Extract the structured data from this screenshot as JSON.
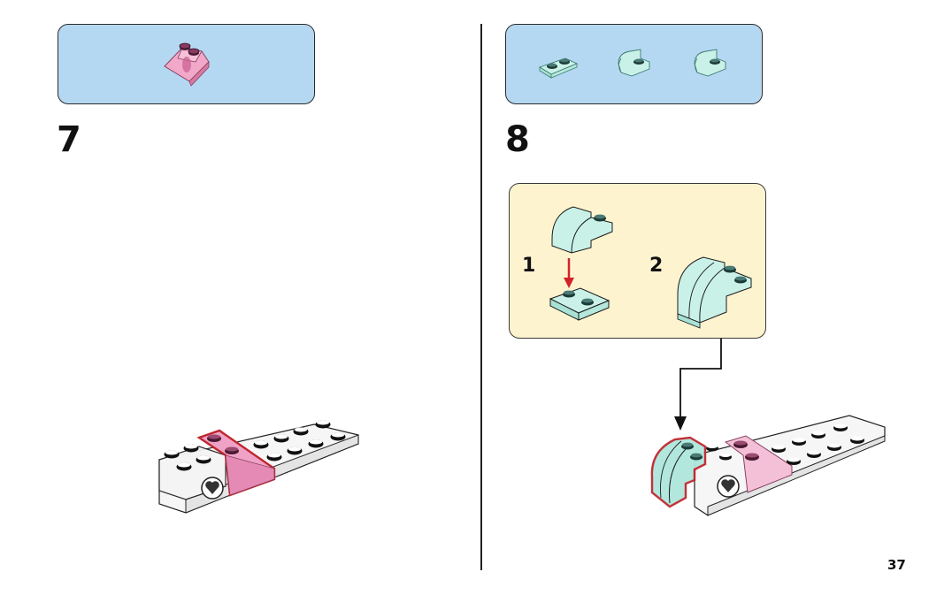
{
  "page": {
    "number": "37"
  },
  "steps": [
    {
      "number": "7",
      "parts": [
        {
          "name": "slope-2x2-trans-pink",
          "color": "#e98fb8",
          "qty": 1
        }
      ]
    },
    {
      "number": "8",
      "parts": [
        {
          "name": "plate-1x2-trans-light-aqua",
          "color": "#bdeee4",
          "qty": 1
        },
        {
          "name": "curved-brick-trans-light-aqua",
          "color": "#bdeee4",
          "qty": 1
        },
        {
          "name": "curved-brick-trans-light-aqua",
          "color": "#bdeee4",
          "qty": 1
        }
      ],
      "sub_steps": [
        {
          "number": "1"
        },
        {
          "number": "2"
        }
      ]
    }
  ],
  "colors": {
    "parts_box": "#b5d8f2",
    "sub_box": "#fdf3cf",
    "highlight_outline": "#c0262e",
    "aqua": "#bdeee4",
    "pink": "#e98fb8",
    "arrow_red": "#d2232a"
  }
}
